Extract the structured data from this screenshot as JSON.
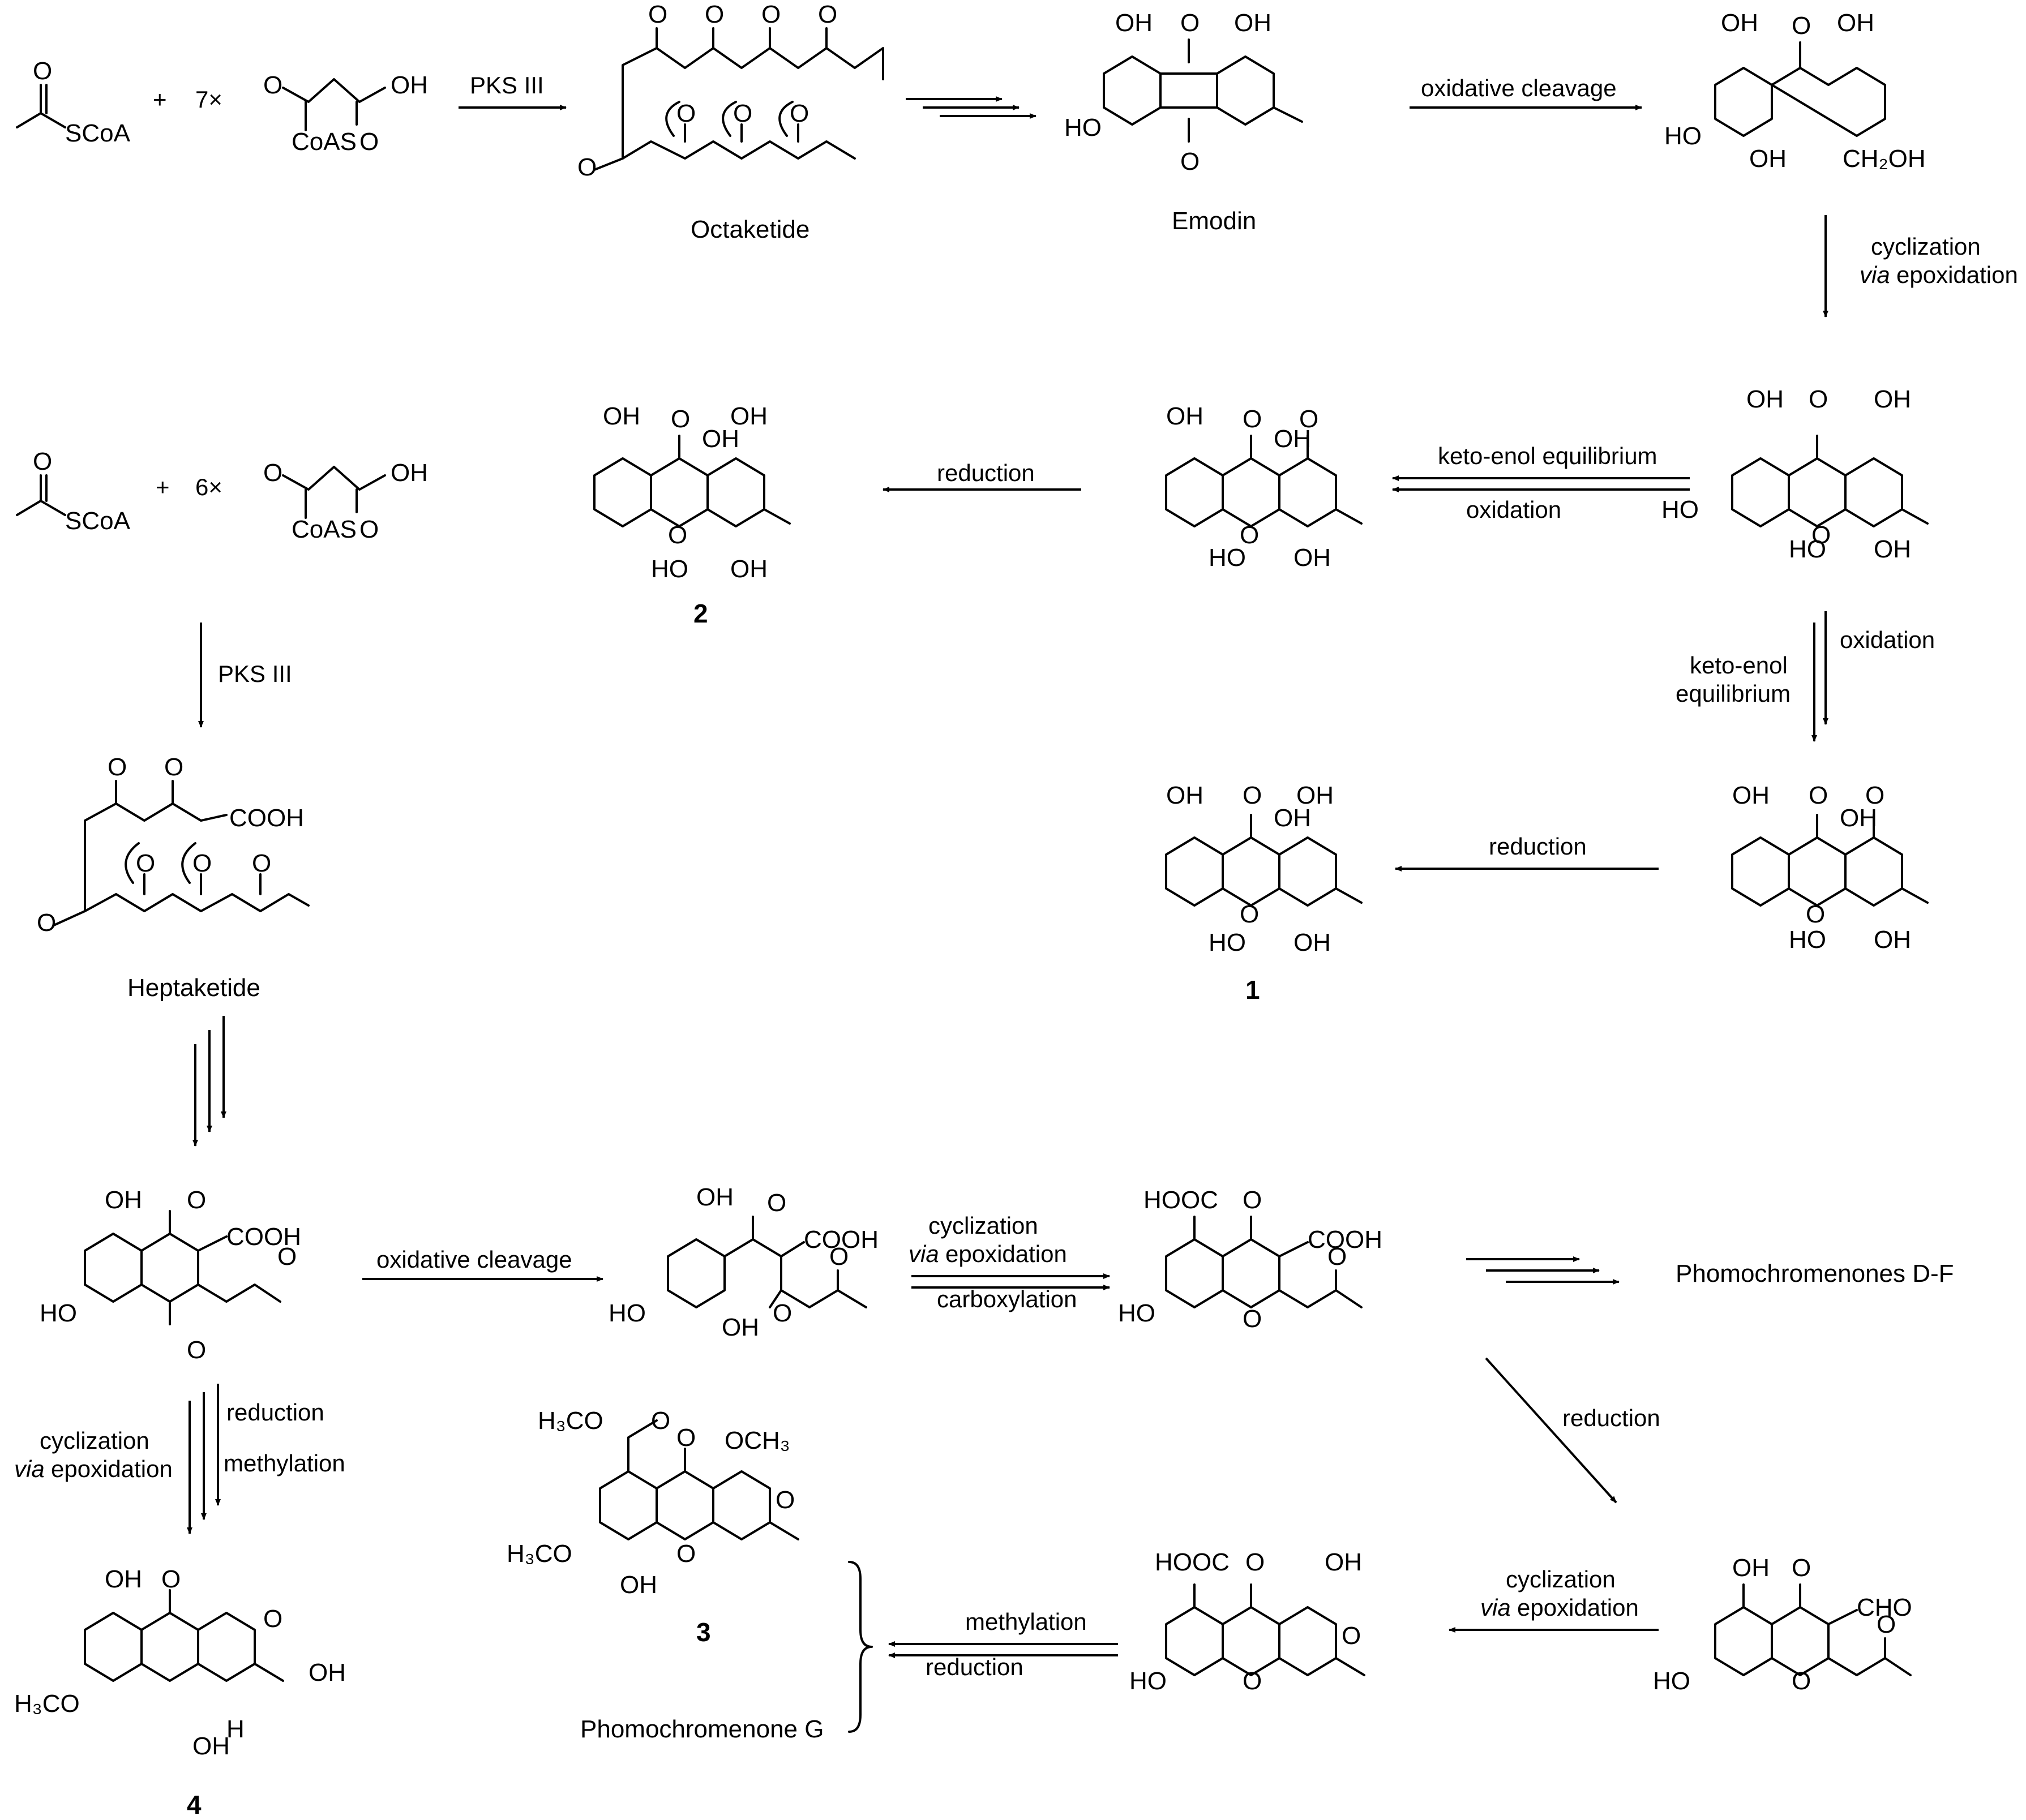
{
  "start_units": {
    "octa": {
      "acetyl": "SCoA",
      "plus": "+",
      "count": "7×",
      "malonyl_a": "CoAS",
      "malonyl_b": "O",
      "malonyl_oh": "OH"
    },
    "hepta": {
      "acetyl": "SCoA",
      "plus": "+",
      "count": "6×",
      "malonyl_a": "CoAS",
      "malonyl_b": "O",
      "malonyl_oh": "OH"
    }
  },
  "reagents": {
    "pks_octa": "PKS III",
    "pks_hepta": "PKS III",
    "ox_cleave_top": "oxidative cleavage",
    "cyclization_1": "cyclization",
    "via_epox_1": "via",
    "via_epox_1b": "epoxidation",
    "keto_enol_top": "keto-enol equilibrium",
    "oxidation_top": "oxidation",
    "reduction_2": "reduction",
    "oxidation_right": "oxidation",
    "keto_enol_right_1": "keto-enol",
    "keto_enol_right_2": "equilibrium",
    "reduction_1": "reduction",
    "ox_cleave_bottom": "oxidative cleavage",
    "cyclization_mid": "cyclization",
    "via_mid": "via",
    "epox_mid": "epoxidation",
    "carboxylation": "carboxylation",
    "reduction_diag": "reduction",
    "cyclization_low": "cyclization",
    "via_low": "via",
    "epox_low": "epoxidation",
    "methylation_3": "methylation",
    "reduction_3": "reduction",
    "reduction_4": "reduction",
    "methylation_4": "methylation",
    "cyclization_4": "cyclization",
    "via_4": "via",
    "epox_4": "epoxidation"
  },
  "compound_names": {
    "octaketide": "Octaketide",
    "emodin": "Emodin",
    "heptaketide": "Heptaketide",
    "phomo_df": "Phomochromenones D-F",
    "phomo_g": "Phomochromenone G"
  },
  "compound_numbers": {
    "c1": "1",
    "c2": "2",
    "c3": "3",
    "c4": "4"
  },
  "atoms": {
    "O": "O",
    "OH": "OH",
    "HO": "HO",
    "COOH": "COOH",
    "HOOC": "HOOC",
    "CH2OH": "CH₂OH",
    "OCH3": "OCH₃",
    "H3CO": "H₃CO",
    "H3COOC": "H₃CO",
    "CHO": "CHO",
    "H": "H"
  }
}
